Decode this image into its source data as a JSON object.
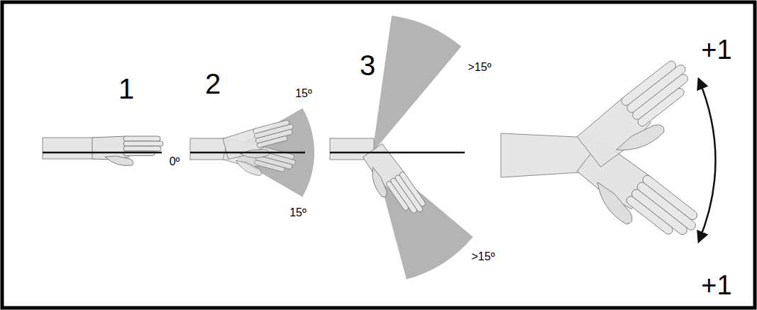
{
  "diagram": {
    "labels": [
      "1",
      "2",
      "3",
      "0º",
      "15º",
      "15º",
      ">15º",
      ">15º",
      "+1",
      "+1"
    ]
  }
}
